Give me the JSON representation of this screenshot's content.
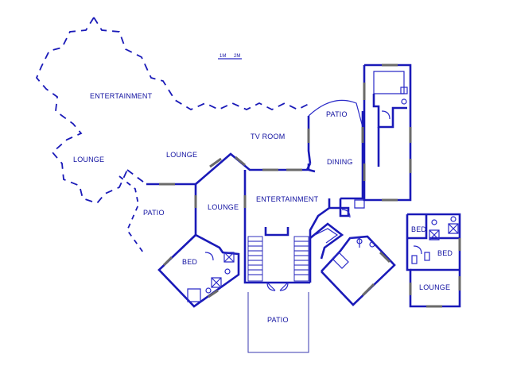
{
  "rooms": {
    "entertainment_top": "ENTERTAINMENT",
    "lounge_left": "LOUNGE",
    "lounge_mid": "LOUNGE",
    "tv_room": "TV ROOM",
    "patio_top": "PATIO",
    "dining": "DINING",
    "patio_left": "PATIO",
    "lounge_center": "LOUNGE",
    "entertainment_center": "ENTERTAINMENT",
    "bed_left": "BED",
    "patio_bottom": "PATIO",
    "bed_right_top": "BED",
    "bed_right": "BED",
    "lounge_right": "LOUNGE"
  },
  "scale": {
    "label_1m": "1M",
    "label_2m": "2M"
  },
  "colors": {
    "wall": "#1a1ab8",
    "window": "#6a6a6a",
    "background": "#ffffff"
  }
}
